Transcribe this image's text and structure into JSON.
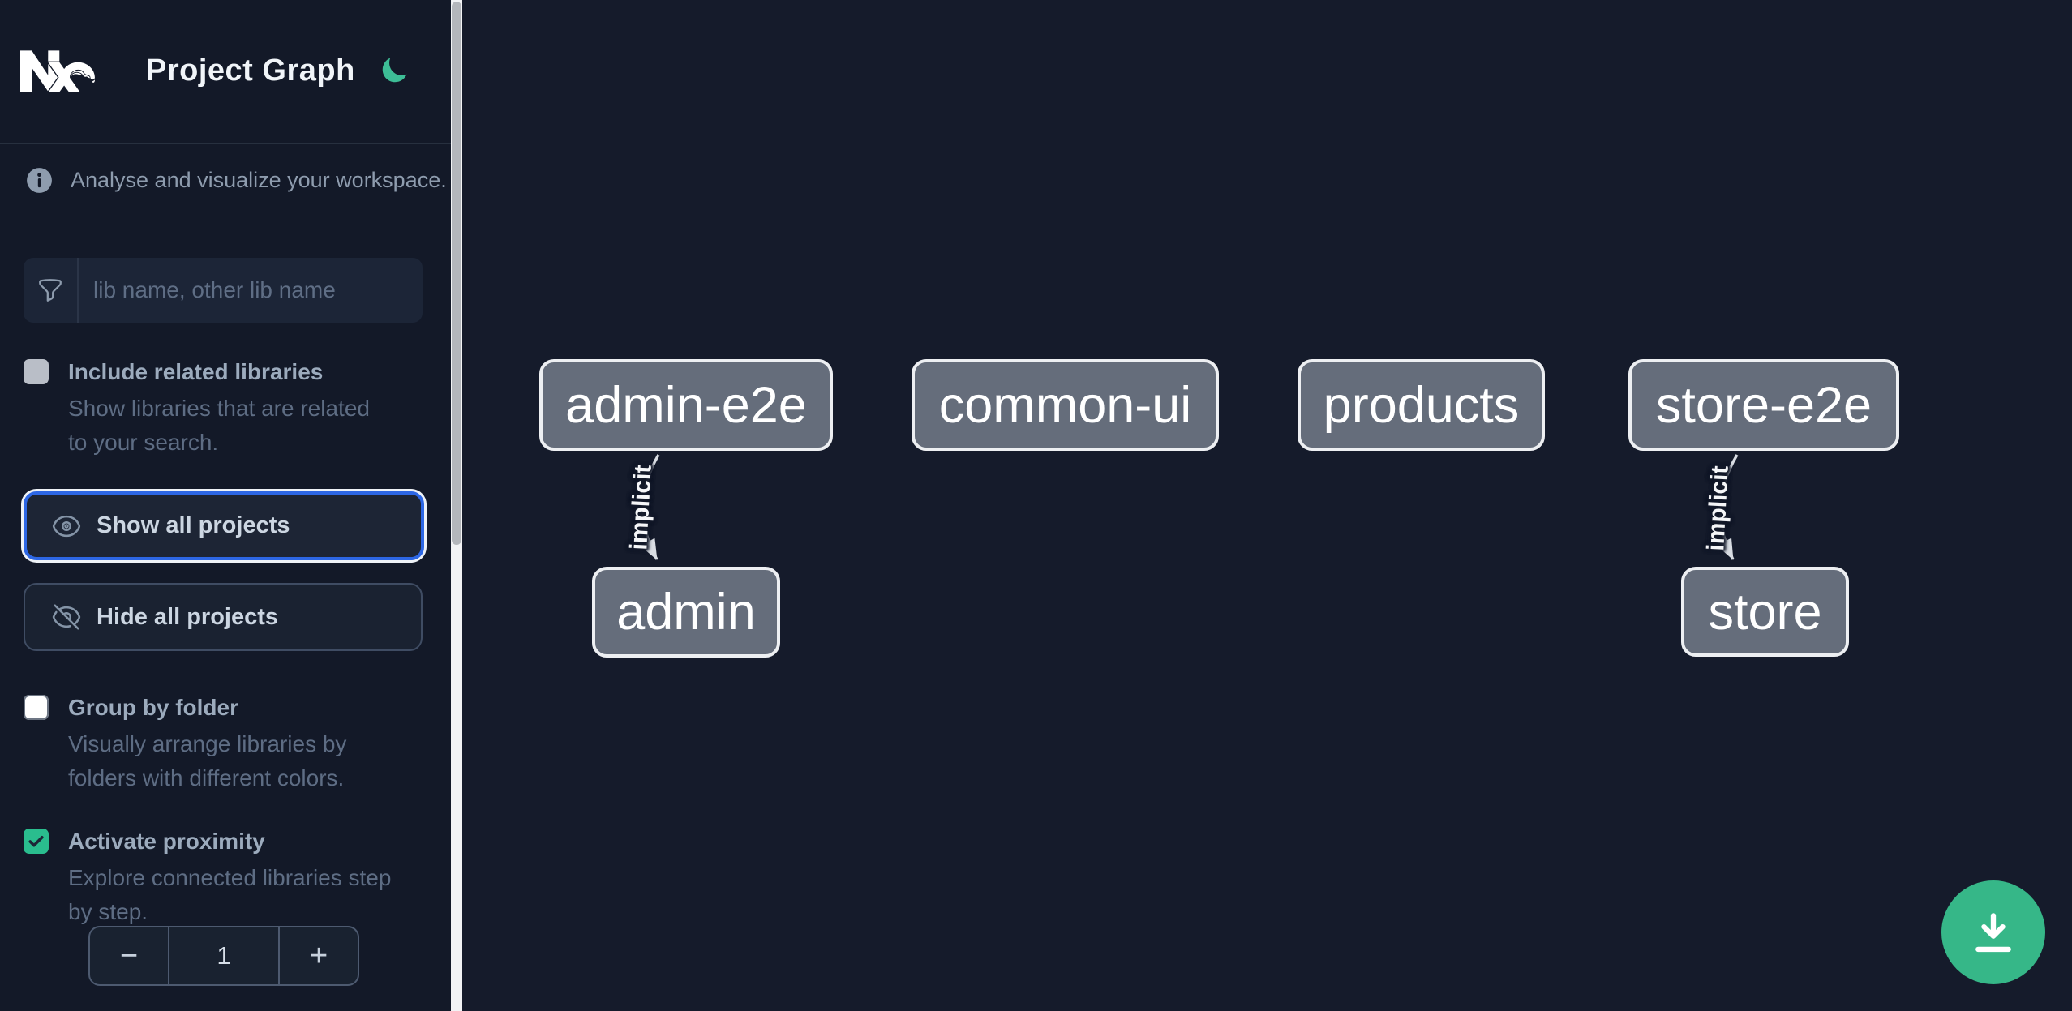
{
  "app": {
    "title": "Project Graph"
  },
  "sidebar": {
    "tagline": "Analyse and visualize your workspace.",
    "search": {
      "placeholder": "lib name, other lib name"
    },
    "buttons": {
      "show_all": "Show all projects",
      "hide_all": "Hide all projects"
    },
    "options": [
      {
        "label": "Include related libraries",
        "description": "Show libraries that are related to your search.",
        "checked": false
      },
      {
        "label": "Group by folder",
        "description": "Visually arrange libraries by folders with different colors.",
        "checked": false
      },
      {
        "label": "Activate proximity",
        "description": "Explore connected libraries step by step.",
        "checked": true
      }
    ],
    "proximity_stepper": {
      "decrement": "−",
      "value": "1",
      "increment": "+"
    }
  },
  "graph": {
    "nodes": [
      {
        "label": "admin-e2e"
      },
      {
        "label": "common-ui"
      },
      {
        "label": "products"
      },
      {
        "label": "store-e2e"
      },
      {
        "label": "admin"
      },
      {
        "label": "store"
      }
    ],
    "edges": [
      {
        "source": "admin-e2e",
        "target": "admin",
        "label": "implicit"
      },
      {
        "source": "store-e2e",
        "target": "store",
        "label": "implicit"
      }
    ]
  },
  "colors": {
    "accent_green": "#36b788",
    "moon_green": "#3dbd96",
    "focus_blue": "#2d67e5",
    "node_fill": "#656d7b",
    "node_border": "#edeff2",
    "sidebar_bg": "#131928",
    "canvas_bg": "#151b2b"
  }
}
